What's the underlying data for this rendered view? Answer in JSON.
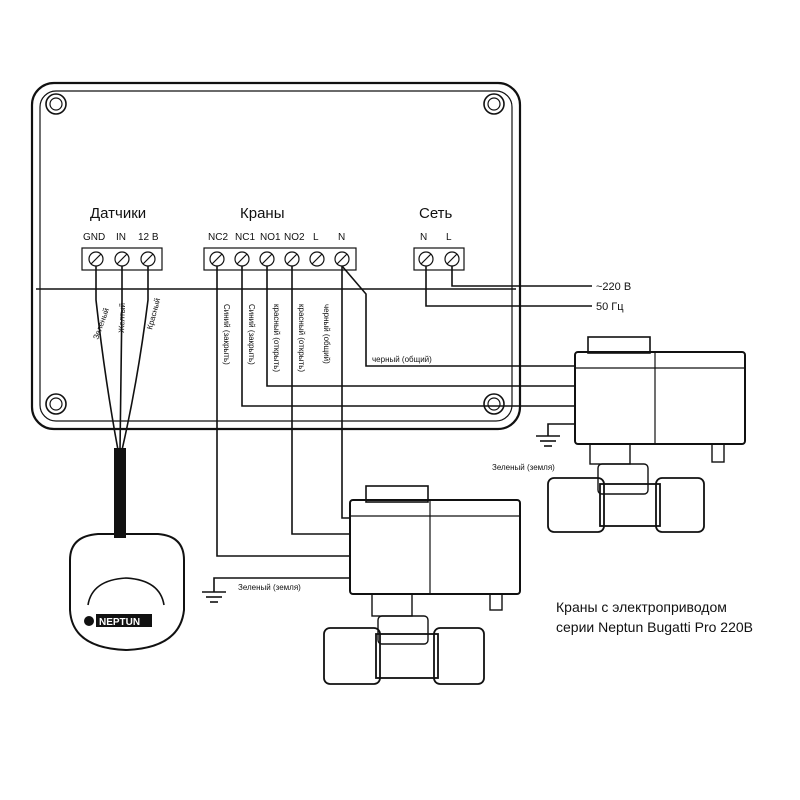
{
  "groups": {
    "sensors": "Датчики",
    "valves": "Краны",
    "mains": "Сеть"
  },
  "sensor_pins": [
    "GND",
    "IN",
    "12 В"
  ],
  "valve_pins": [
    "NC2",
    "NC1",
    "NO1",
    "NO2",
    "L",
    "N"
  ],
  "mains_pins": [
    "N",
    "L"
  ],
  "sensor_wires": [
    "Зеленый",
    "Желтый",
    "Красный"
  ],
  "valve_wires": [
    "Синий (закрыть)",
    "Синий (закрыть)",
    "красный (открыть)",
    "красный (открыть)",
    "черный (общий)"
  ],
  "black_common": "черный (общий)",
  "ground_right": "Зеленый (земля)",
  "ground_left": "Зеленый (земля)",
  "mains_voltage": "~220 В",
  "mains_freq": "50 Гц",
  "sensor_logo": "NEPTUN",
  "caption": {
    "line1": "Краны с электроприводом",
    "line2": "серии Neptun Bugatti Pro 220В"
  }
}
